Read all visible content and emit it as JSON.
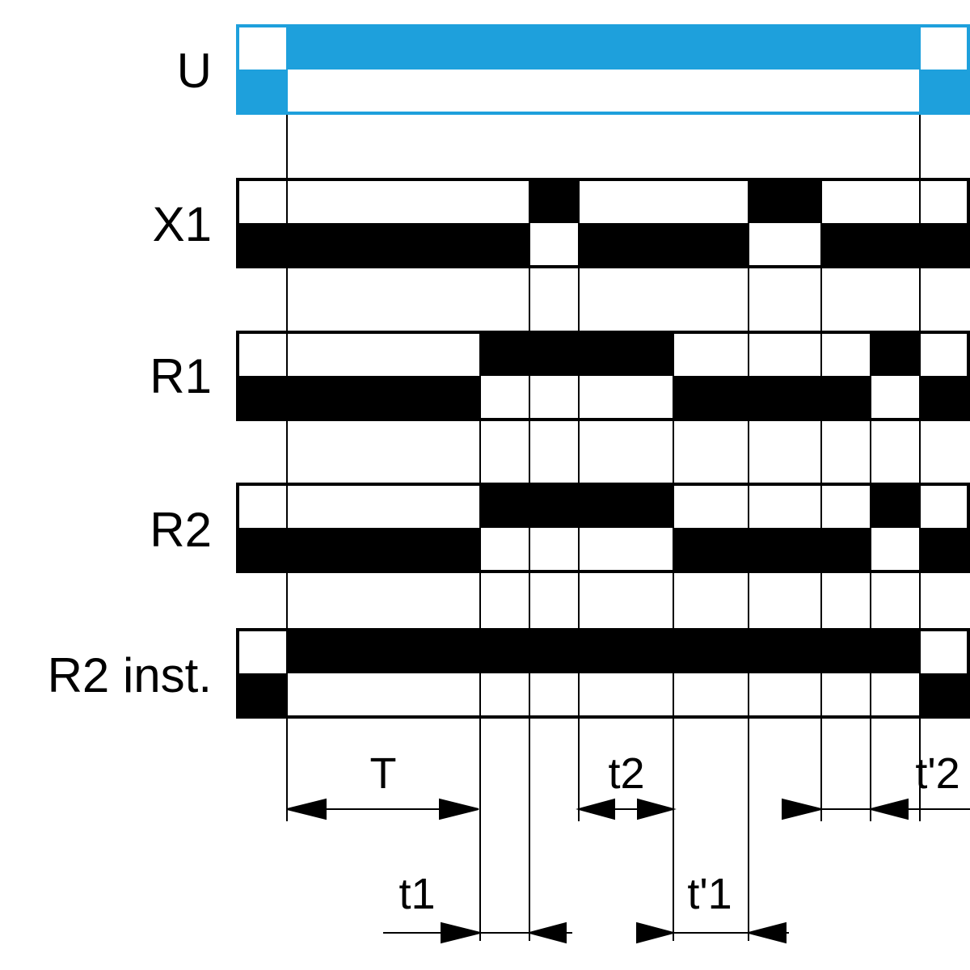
{
  "colors": {
    "accent": "#1ea0dc",
    "dark": "#000000",
    "light": "#ffffff"
  },
  "signals": [
    {
      "label": "U",
      "levels": [
        0,
        1,
        1,
        1,
        1,
        1,
        1,
        1,
        1,
        1,
        1,
        0
      ],
      "accent": true
    },
    {
      "label": "X1",
      "levels": [
        0,
        0,
        0,
        0,
        1,
        0,
        0,
        1,
        0,
        0,
        0,
        0
      ],
      "accent": false
    },
    {
      "label": "R1",
      "levels": [
        0,
        0,
        0,
        1,
        1,
        1,
        0,
        0,
        0,
        0,
        1,
        0
      ],
      "accent": false
    },
    {
      "label": "R2",
      "levels": [
        0,
        0,
        0,
        1,
        1,
        1,
        0,
        0,
        0,
        0,
        1,
        0
      ],
      "accent": false
    },
    {
      "label": "R2 inst.",
      "levels": [
        0,
        1,
        1,
        1,
        1,
        1,
        1,
        1,
        1,
        1,
        1,
        0
      ],
      "accent": false
    }
  ],
  "intervals": [
    {
      "label": "T"
    },
    {
      "label": "t2"
    },
    {
      "label": "t'2"
    },
    {
      "label": "t1"
    },
    {
      "label": "t'1"
    }
  ]
}
